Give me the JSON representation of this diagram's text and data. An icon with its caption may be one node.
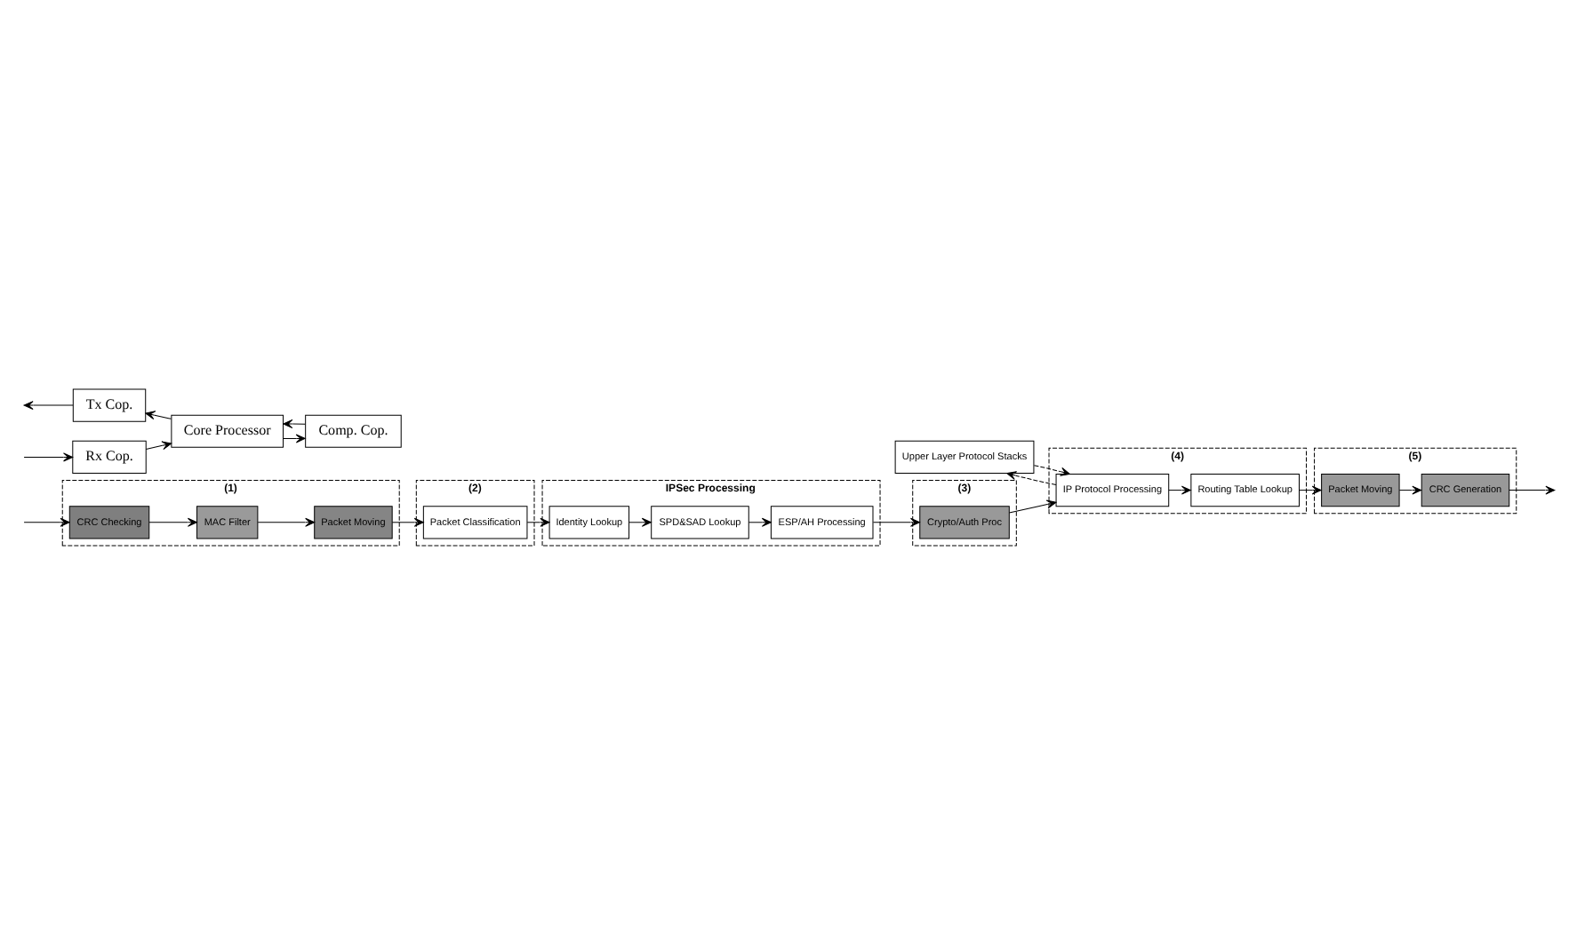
{
  "diagram": {
    "nodes": [
      {
        "text": [
          "(1)"
        ]
      },
      {
        "text": [
          "CRC Checking"
        ],
        "in": 0
      },
      {
        "text": [
          "MAC Filter"
        ],
        "in": 0
      },
      {
        "text": [
          "Packet Moving"
        ],
        "in": 0
      },
      {
        "text": [
          "(2)"
        ]
      },
      {
        "text": [
          "Packet Classification"
        ],
        "in": 4
      },
      {
        "text": [
          "IPSec Processing"
        ]
      },
      {
        "text": [
          "Identity Lookup"
        ],
        "in": 6
      },
      {
        "text": [
          "SPD&SAD Lookup"
        ],
        "in": 6
      },
      {
        "text": [
          "ESP/AH Processing"
        ],
        "in": 6
      },
      {
        "text": [
          "(3)"
        ]
      },
      {
        "text": [
          "Crypto/Auth Proc"
        ],
        "in": 10
      },
      {
        "text": [
          "Upper Layer Protocol Stacks"
        ]
      },
      {
        "text": [
          "(4)"
        ]
      },
      {
        "text": [
          "IP Protocol Processing"
        ],
        "in": 13
      },
      {
        "text": [
          "Routing Table Lookup"
        ],
        "in": 13
      },
      {
        "text": [
          "(5)"
        ]
      },
      {
        "text": [
          "Packet Moving"
        ],
        "in": 16
      },
      {
        "text": [
          "CRC Generation"
        ],
        "in": 16
      },
      {
        "text": [
          "Rx Cop."
        ]
      },
      {
        "text": [
          "Core Processor"
        ]
      },
      {
        "text": [
          "Comp. Cop."
        ]
      },
      {
        "text": [
          "Tx Cop."
        ]
      }
    ],
    "edges": [
      {
        "from": null,
        "to": 1,
        "arrow": "to"
      },
      {
        "from": 1,
        "to": 2,
        "arrow": "to"
      },
      {
        "from": 2,
        "to": 3,
        "arrow": "to"
      },
      {
        "from": 3,
        "to": 5,
        "arrow": "to"
      },
      {
        "from": 5,
        "to": 7,
        "arrow": "to"
      },
      {
        "from": 7,
        "to": 8,
        "arrow": "to"
      },
      {
        "from": 8,
        "to": 9,
        "arrow": "to"
      },
      {
        "from": 9,
        "to": 11,
        "arrow": "to"
      },
      {
        "from": 11,
        "to": 14,
        "arrow": "to"
      },
      {
        "from": 12,
        "to": 14,
        "arrow": "to",
        "style": "dashed"
      },
      {
        "from": 14,
        "to": 12,
        "arrow": "to",
        "style": "dashed"
      },
      {
        "from": 14,
        "to": 15,
        "arrow": "to"
      },
      {
        "from": 15,
        "to": 17,
        "arrow": "to"
      },
      {
        "from": 17,
        "to": 18,
        "arrow": "to"
      },
      {
        "from": 18,
        "to": null,
        "arrow": "to"
      },
      {
        "from": null,
        "to": 19,
        "arrow": "to"
      },
      {
        "from": 19,
        "to": 20,
        "arrow": "to"
      },
      {
        "from": 20,
        "to": 21,
        "arrow": "to"
      },
      {
        "from": 21,
        "to": 20,
        "arrow": "to"
      },
      {
        "from": 20,
        "to": 22,
        "arrow": "to"
      },
      {
        "from": 22,
        "to": null,
        "arrow": "to"
      }
    ]
  }
}
